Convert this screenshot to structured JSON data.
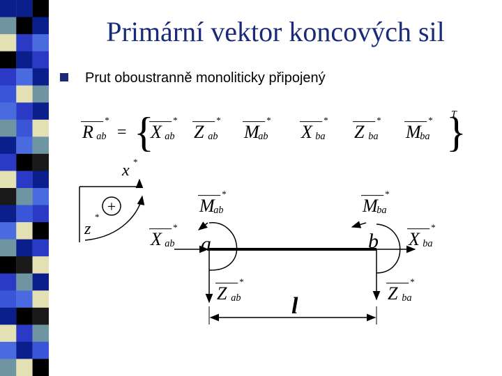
{
  "slide": {
    "title": "Primární vektor koncových sil",
    "bullet": "Prut oboustranně monoliticky připojený"
  },
  "equation": {
    "lhs": {
      "main": "R",
      "sub": "ab"
    },
    "equals": "=",
    "terms": [
      {
        "main": "X",
        "sub": "ab"
      },
      {
        "main": "Z",
        "sub": "ab"
      },
      {
        "main": "M",
        "sub": "ab"
      },
      {
        "main": "X",
        "sub": "ba"
      },
      {
        "main": "Z",
        "sub": "ba"
      },
      {
        "main": "M",
        "sub": "ba"
      }
    ],
    "transpose": "T",
    "star": "*"
  },
  "axes": {
    "x": "x",
    "z": "z",
    "sign": "+"
  },
  "beam": {
    "left_node": "a",
    "right_node": "b",
    "length": "l"
  },
  "forces": {
    "M_ab": {
      "main": "M",
      "sub": "ab"
    },
    "M_ba": {
      "main": "M",
      "sub": "ba"
    },
    "X_ab": {
      "main": "X",
      "sub": "ab"
    },
    "X_ba": {
      "main": "X",
      "sub": "ba"
    },
    "Z_ab": {
      "main": "Z",
      "sub": "ab"
    },
    "Z_ba": {
      "main": "Z",
      "sub": "ba"
    }
  },
  "colors": {
    "title": "#1a2a7a",
    "stripe": [
      "#0a1e8c",
      "#000000",
      "#6f95a3",
      "#2a3ac4",
      "#e3e1b4",
      "#4a6ae0",
      "#1a1a1a",
      "#3a55d8"
    ]
  }
}
